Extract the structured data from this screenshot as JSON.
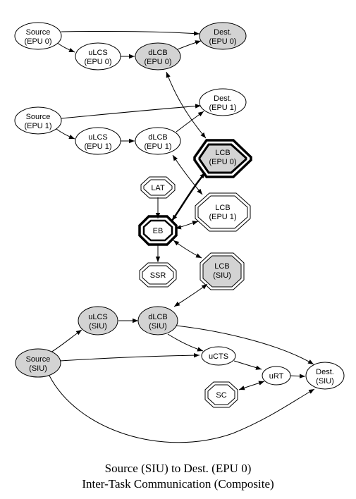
{
  "caption": {
    "line1": "Source (SIU) to Dest. (EPU 0)",
    "line2": "Inter-Task Communication (Composite)"
  },
  "colors": {
    "shaded": "#d3d3d3",
    "plain": "#ffffff",
    "stroke": "#000000"
  },
  "nodes": {
    "src0": {
      "line1": "Source",
      "line2": "(EPU 0)",
      "shaded": false
    },
    "dest0": {
      "line1": "Dest.",
      "line2": "(EPU 0)",
      "shaded": true
    },
    "ulcs0": {
      "line1": "uLCS",
      "line2": "(EPU 0)",
      "shaded": false
    },
    "dlcb0": {
      "line1": "dLCB",
      "line2": "(EPU 0)",
      "shaded": true
    },
    "src1": {
      "line1": "Source",
      "line2": "(EPU 1)",
      "shaded": false
    },
    "dest1": {
      "line1": "Dest.",
      "line2": "(EPU 1)",
      "shaded": false
    },
    "ulcs1": {
      "line1": "uLCS",
      "line2": "(EPU 1)",
      "shaded": false
    },
    "dlcb1": {
      "line1": "dLCB",
      "line2": "(EPU 1)",
      "shaded": false
    },
    "lcb0": {
      "line1": "LCB",
      "line2": "(EPU 0)",
      "shaded": true
    },
    "lat": {
      "line1": "LAT",
      "line2": "",
      "shaded": false
    },
    "lcb1": {
      "line1": "LCB",
      "line2": "(EPU 1)",
      "shaded": false
    },
    "eb": {
      "line1": "EB",
      "line2": "",
      "shaded": false
    },
    "ssr": {
      "line1": "SSR",
      "line2": "",
      "shaded": false
    },
    "lcbsiu": {
      "line1": "LCB",
      "line2": "(SIU)",
      "shaded": true
    },
    "ulcssiu": {
      "line1": "uLCS",
      "line2": "(SIU)",
      "shaded": true
    },
    "dlcbsiu": {
      "line1": "dLCB",
      "line2": "(SIU)",
      "shaded": true
    },
    "srcsiu": {
      "line1": "Source",
      "line2": "(SIU)",
      "shaded": true
    },
    "ucts": {
      "line1": "uCTS",
      "line2": "",
      "shaded": false
    },
    "urt": {
      "line1": "uRT",
      "line2": "",
      "shaded": false
    },
    "destsiu": {
      "line1": "Dest.",
      "line2": "(SIU)",
      "shaded": false
    },
    "sc": {
      "line1": "SC",
      "line2": "",
      "shaded": false
    }
  }
}
